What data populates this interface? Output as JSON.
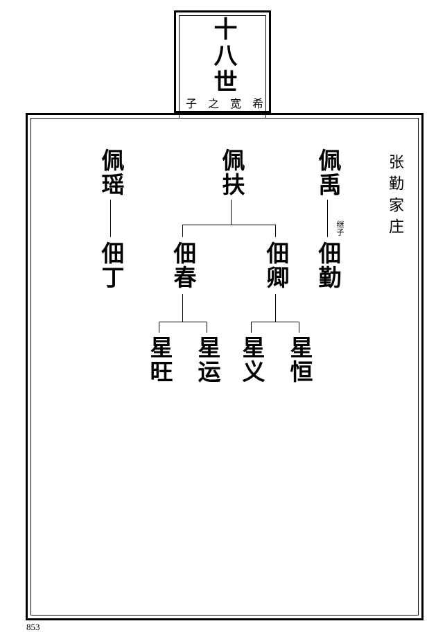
{
  "header": {
    "generation": "十八世",
    "subtitle": "子之宽希"
  },
  "village": "张勤家庄",
  "gen1": {
    "left": "佩瑶",
    "middle": "佩扶",
    "right": "佩禹"
  },
  "gen2": {
    "a": "佃丁",
    "b": "佃春",
    "c": "佃卿",
    "d": "佃勤",
    "d_note": "继子"
  },
  "gen3": {
    "a": "星旺",
    "b": "星运",
    "c": "星义",
    "d": "星恒"
  },
  "page_number": "853"
}
